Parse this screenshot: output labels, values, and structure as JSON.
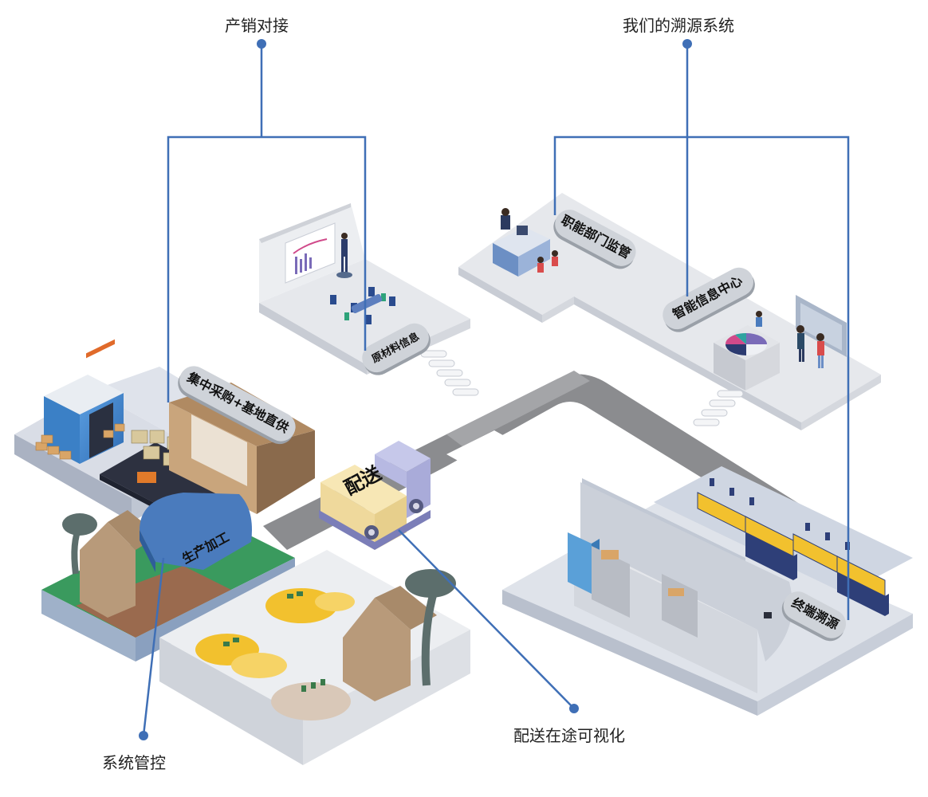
{
  "callouts": {
    "top_left": "产销对接",
    "top_right": "我们的溯源系统",
    "bottom_left": "系统管控",
    "bottom_center": "配送在途可视化"
  },
  "zones": {
    "procurement": "集中采购+基地直供",
    "raw_material": "原材料信息",
    "department": "职能部门监管",
    "info_center": "智能信息中心",
    "production": "生产加工",
    "terminal": "终端溯源",
    "truck": "配送"
  },
  "colors": {
    "connector": "#3f6fb6",
    "platform_top": "#e9ebef",
    "platform_side": "#c9cdd6",
    "road": "#8a8b8e",
    "truck_cargo": "#f7e7b5",
    "truck_cab": "#a9abd9",
    "warehouse_blue": "#3b82c8",
    "tunnel_blue": "#4a7bbd",
    "grass": "#3a9a5e",
    "station_yellow": "#f2c12e",
    "station_navy": "#2e3f78",
    "tree": "#5c6e6c",
    "hut": "#b89a7a"
  }
}
